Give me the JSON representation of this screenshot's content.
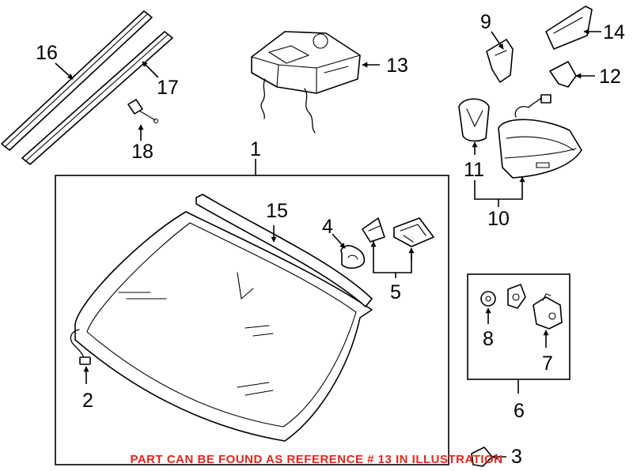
{
  "diagram": {
    "callouts": {
      "c1": "1",
      "c2": "2",
      "c3": "3",
      "c4": "4",
      "c5": "5",
      "c6": "6",
      "c7": "7",
      "c8": "8",
      "c9": "9",
      "c10": "10",
      "c11": "11",
      "c12": "12",
      "c13": "13",
      "c14": "14",
      "c15": "15",
      "c16": "16",
      "c17": "17",
      "c18": "18"
    },
    "note": "PART CAN BE FOUND AS REFERENCE # 13 IN ILLUSTRATION",
    "colors": {
      "note": "#e1261c",
      "line": "#000000",
      "background": "#ffffff"
    }
  }
}
